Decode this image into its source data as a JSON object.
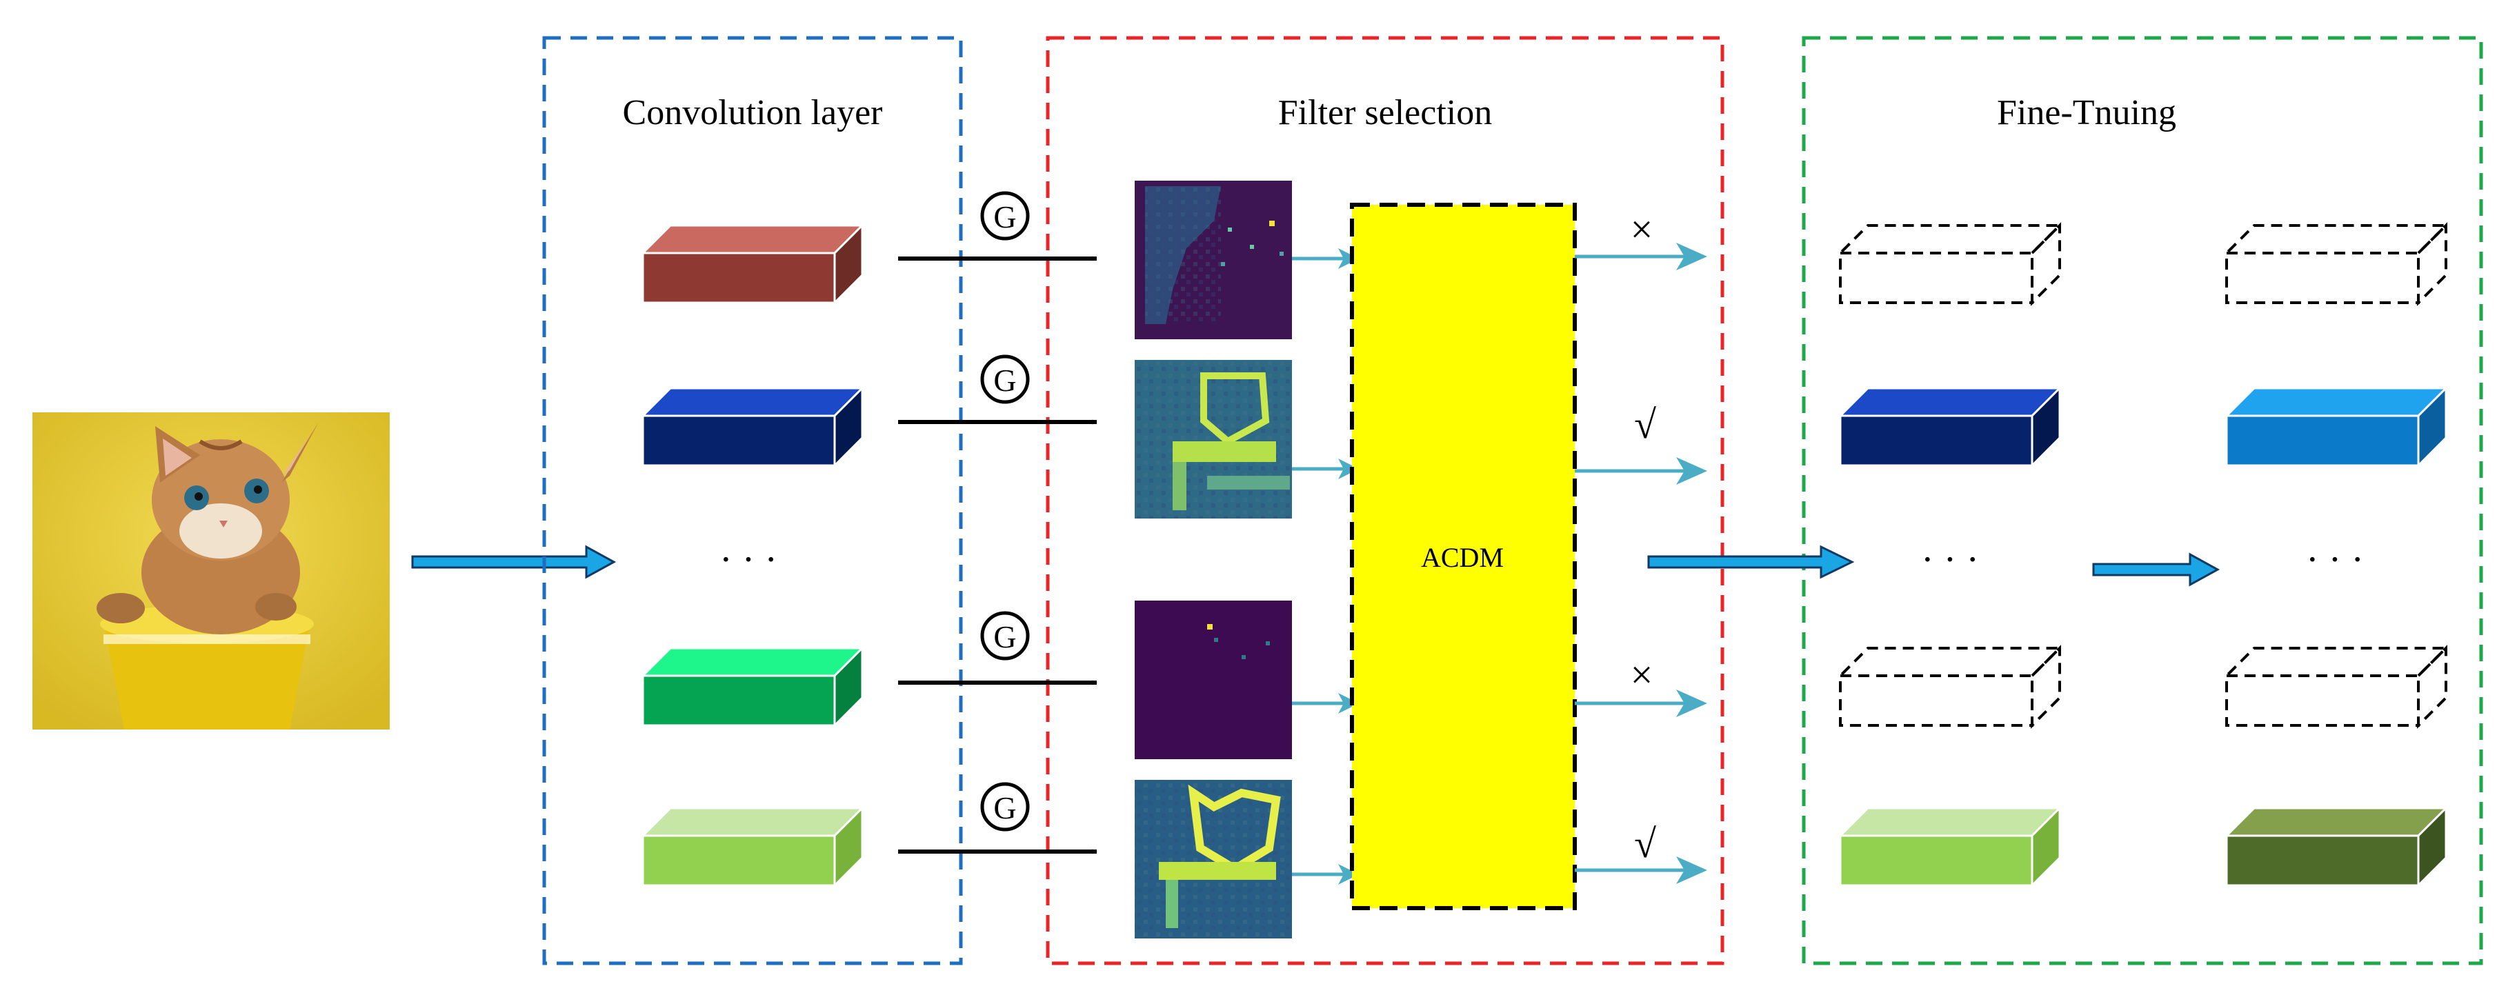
{
  "sections": {
    "conv": {
      "title": "Convolution layer",
      "border_color": "#1F6FC0"
    },
    "filter": {
      "title": "Filter selection",
      "border_color": "#E8262A"
    },
    "fine": {
      "title": "Fine-Tnuing",
      "border_color": "#1EA84B"
    }
  },
  "acdm": {
    "label": "ACDM",
    "fill": "#FFFF00"
  },
  "gate_symbol": "G",
  "ellipsis": "· · ·",
  "marks": [
    "×",
    "√",
    "×",
    "√"
  ],
  "colors": {
    "big_arrow": "#1AA6E4",
    "small_arrow": "#4BACC6",
    "conv_blocks": [
      "#8E3A32",
      "#06226A",
      "#05A453",
      "#92D050"
    ],
    "fine_left_blocks": [
      "",
      "#06226A",
      "",
      "#92D050"
    ],
    "fine_right_blocks": [
      "",
      "#0B7AC9",
      "",
      "#4E6B2A"
    ]
  },
  "icons": {
    "input_image": "cat-in-yellow-pot-photo",
    "feature_maps": [
      "feature-map-sparse-dark",
      "feature-map-cat-outline",
      "feature-map-near-empty",
      "feature-map-cat-bright"
    ]
  }
}
